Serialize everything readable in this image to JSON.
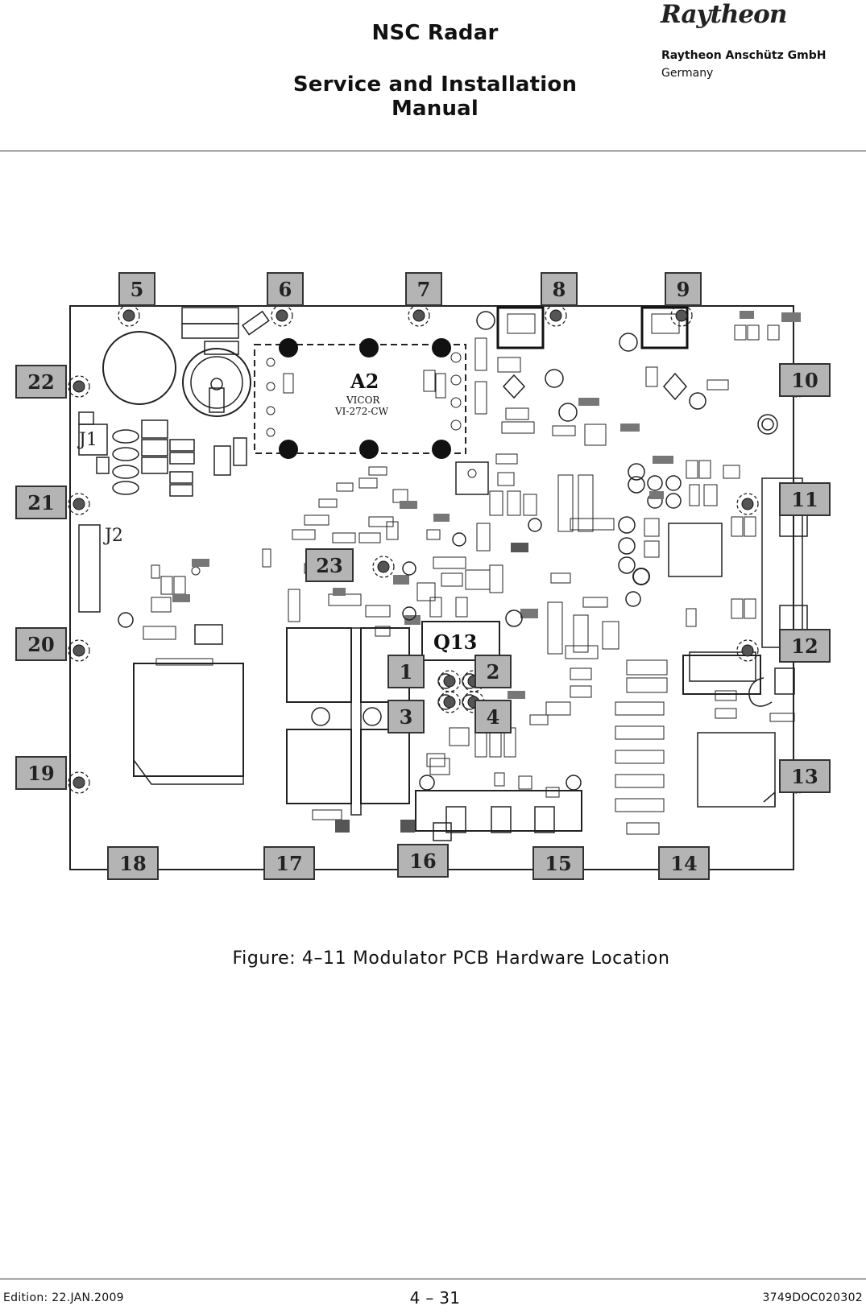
{
  "header": {
    "title": "NSC Radar",
    "subtitle": "Service and Installation Manual",
    "logo": "Raytheon",
    "company": "Raytheon Anschütz GmbH",
    "country": "Germany"
  },
  "figure": {
    "caption": "Figure: 4–11 Modulator PCB Hardware Location",
    "module_label": "A2",
    "module_line1": "VICOR",
    "module_line2": "VI-272-CW",
    "component_label": "Q13",
    "connector_j1": "J1",
    "connector_j2": "J2",
    "markers": [
      "1",
      "2",
      "3",
      "4",
      "5",
      "6",
      "7",
      "8",
      "9",
      "10",
      "11",
      "12",
      "13",
      "14",
      "15",
      "16",
      "17",
      "18",
      "19",
      "20",
      "21",
      "22",
      "23"
    ]
  },
  "footer": {
    "edition": "Edition: 22.JAN.2009",
    "page": "4 – 31",
    "doc_id": "3749DOC020302"
  },
  "colors": {
    "marker_fill": "#b4b4b4",
    "pcb_fill": "#ffffff",
    "line": "#1a1a1a"
  }
}
